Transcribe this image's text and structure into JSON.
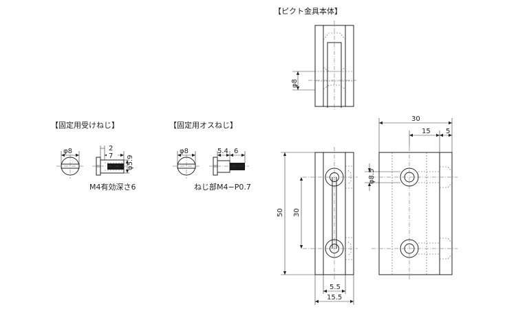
{
  "sections": {
    "body": "【ピクト金具本体】",
    "female": "【固定用受けねじ】",
    "male": "【固定用オスねじ】"
  },
  "top_view": {
    "phi8": "φ8"
  },
  "female_screw": {
    "phi8": "φ8",
    "d2": "2",
    "d7": "7",
    "phi59": "φ5.9",
    "note": "M4有効深さ6"
  },
  "male_screw": {
    "phi8": "φ8",
    "d54": "5.4",
    "d6": "6",
    "note": "ねじ部M4−P0.7"
  },
  "front_view": {
    "h50": "50",
    "h30": "30",
    "w55": "5.5",
    "w155": "15.5"
  },
  "side_view": {
    "w30": "30",
    "w15": "15",
    "w5": "5",
    "phi85": "φ8.5"
  }
}
